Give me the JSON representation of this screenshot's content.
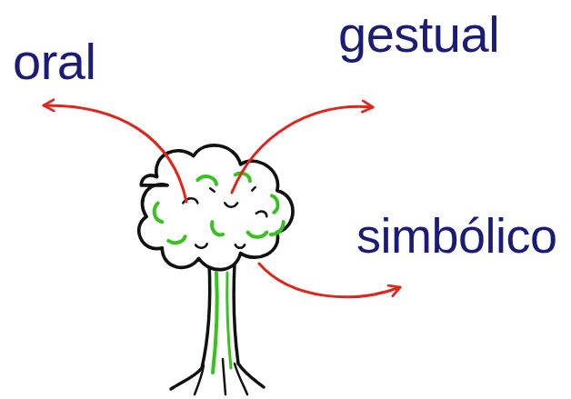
{
  "diagram": {
    "labels": [
      "oral",
      "gestual",
      "simbólico"
    ]
  }
}
